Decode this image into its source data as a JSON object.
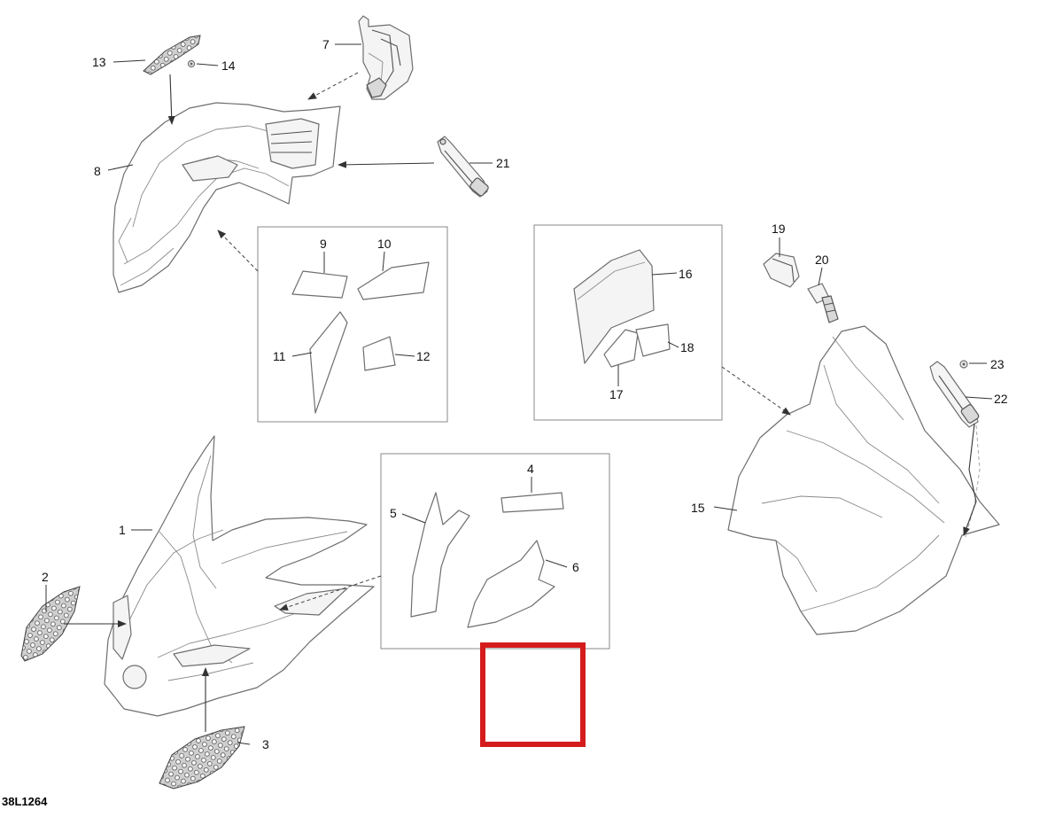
{
  "diagram": {
    "reference_code": "38L1264",
    "highlight_color": "#d51c1c",
    "callouts": {
      "c1": "1",
      "c2": "2",
      "c3": "3",
      "c4": "4",
      "c5": "5",
      "c6": "6",
      "c7": "7",
      "c8": "8",
      "c9": "9",
      "c10": "10",
      "c11": "11",
      "c12": "12",
      "c13": "13",
      "c14": "14",
      "c15": "15",
      "c16": "16",
      "c17": "17",
      "c18": "18",
      "c19": "19",
      "c20": "20",
      "c21": "21",
      "c22": "22",
      "c23": "23"
    }
  }
}
